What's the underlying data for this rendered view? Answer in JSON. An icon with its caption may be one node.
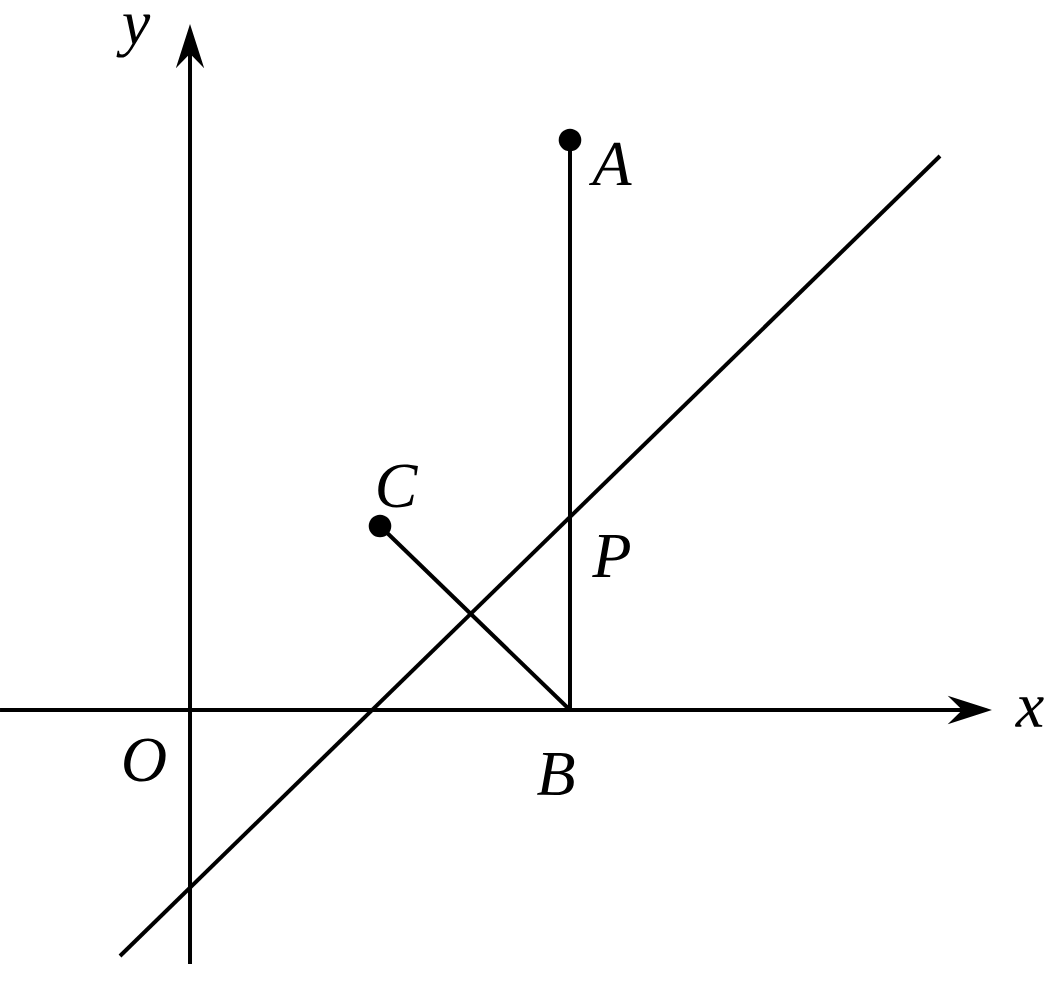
{
  "diagram": {
    "nodes": [
      {
        "text": [
          "A"
        ]
      },
      {
        "text": [
          "C"
        ]
      },
      {
        "text": [
          "B"
        ]
      }
    ],
    "edges": [
      {
        "from": 0,
        "to": 2,
        "arrow": "none"
      },
      {
        "from": 1,
        "to": 2,
        "arrow": "none"
      }
    ],
    "labels": [
      "y",
      "P",
      "x",
      "O"
    ]
  }
}
